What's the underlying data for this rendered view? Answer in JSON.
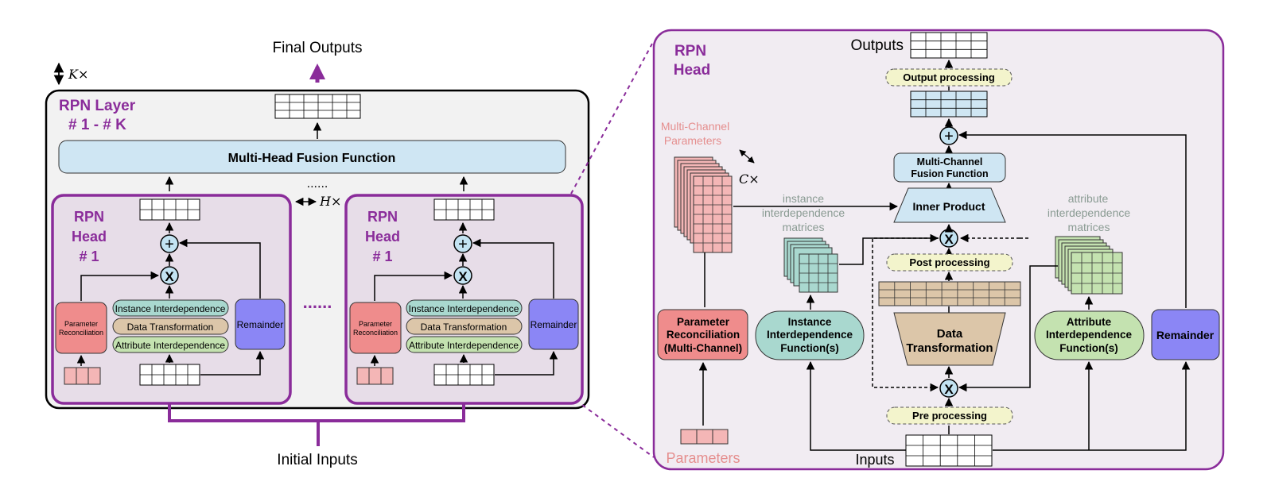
{
  "left": {
    "final_outputs": "Final Outputs",
    "k_times": "K×",
    "rpn_layer_line1": "RPN Layer",
    "rpn_layer_line2": "# 1 - # K",
    "fusion_function": "Multi-Head Fusion Function",
    "h_times": "H×",
    "dots_top": "......",
    "dots_middle": "......",
    "initial_inputs": "Initial Inputs",
    "heads": [
      {
        "title_line1": "RPN",
        "title_line2": "Head",
        "title_line3": "# 1",
        "param_line1": "Parameter",
        "param_line2": "Reconciliation",
        "instance": "Instance Interdependence",
        "data_transform": "Data Transformation",
        "attribute": "Attribute Interdependence",
        "remainder": "Remainder",
        "plus": "+",
        "times": "X"
      },
      {
        "title_line1": "RPN",
        "title_line2": "Head",
        "title_line3": "# 1",
        "param_line1": "Parameter",
        "param_line2": "Reconciliation",
        "instance": "Instance Interdependence",
        "data_transform": "Data Transformation",
        "attribute": "Attribute Interdependence",
        "remainder": "Remainder",
        "plus": "+",
        "times": "X"
      }
    ]
  },
  "right": {
    "title_line1": "RPN",
    "title_line2": "Head",
    "outputs": "Outputs",
    "output_processing": "Output processing",
    "plus": "+",
    "fusion_line1": "Multi-Channel",
    "fusion_line2": "Fusion Function",
    "inner_product": "Inner Product",
    "mc_params_line1": "Multi-Channel",
    "mc_params_line2": "Parameters",
    "c_times": "C×",
    "instance_matrices_line1": "instance",
    "instance_matrices_line2": "interdependence",
    "instance_matrices_line3": "matrices",
    "attribute_matrices_line1": "attribute",
    "attribute_matrices_line2": "interdependence",
    "attribute_matrices_line3": "matrices",
    "times": "X",
    "post_processing": "Post processing",
    "data_transform_line1": "Data",
    "data_transform_line2": "Transformation",
    "pre_processing": "Pre processing",
    "param_rec_line1": "Parameter",
    "param_rec_line2": "Reconciliation",
    "param_rec_line3": "(Multi-Channel)",
    "instance_fn_line1": "Instance",
    "instance_fn_line2": "Interdependence",
    "instance_fn_line3": "Function(s)",
    "attribute_fn_line1": "Attribute",
    "attribute_fn_line2": "Interdependence",
    "attribute_fn_line3": "Function(s)",
    "remainder": "Remainder",
    "parameters": "Parameters",
    "inputs": "Inputs"
  },
  "colors": {
    "purple": "#8a2c9a",
    "purple_fill": "#e7dde8",
    "right_fill": "#f1ecf2",
    "fusion_blue": "#cfe6f3",
    "param_red": "#ef8c8c",
    "instance_teal": "#a9d8cf",
    "data_tan": "#dcc6a9",
    "attribute_green": "#c4e2b0",
    "remainder_blue": "#8b86f5",
    "yellow": "#f3f4cc",
    "circle_blue": "#c3e3f2",
    "param_label_pink": "#e58e8e",
    "gray_label": "#8a9b93"
  }
}
